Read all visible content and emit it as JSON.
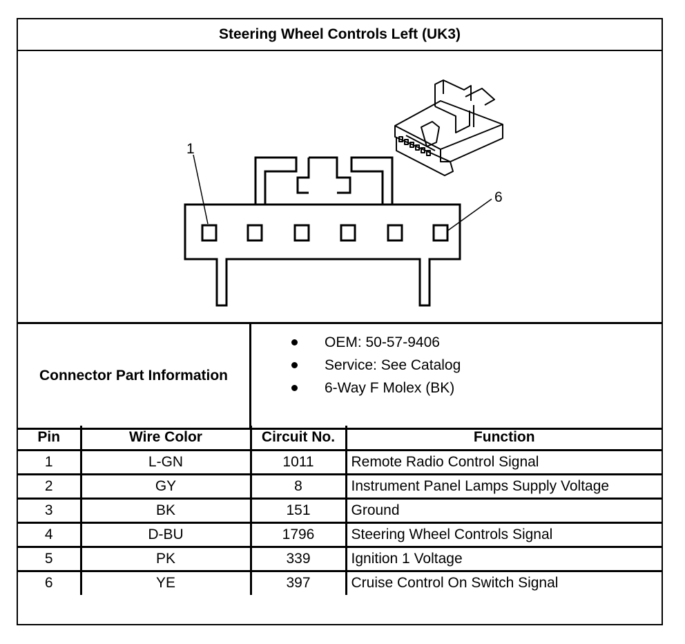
{
  "title": "Steering Wheel Controls Left (UK3)",
  "diagram": {
    "callout_first": "1",
    "callout_last": "6"
  },
  "connector_info": {
    "label": "Connector Part Information",
    "items": [
      "OEM: 50-57-9406",
      "Service: See Catalog",
      "6-Way F Molex (BK)"
    ]
  },
  "pin_table": {
    "headers": [
      "Pin",
      "Wire Color",
      "Circuit No.",
      "Function"
    ],
    "rows": [
      [
        "1",
        "L-GN",
        "1011",
        "Remote Radio Control Signal"
      ],
      [
        "2",
        "GY",
        "8",
        "Instrument Panel Lamps Supply Voltage"
      ],
      [
        "3",
        "BK",
        "151",
        "Ground"
      ],
      [
        "4",
        "D-BU",
        "1796",
        "Steering Wheel Controls Signal"
      ],
      [
        "5",
        "PK",
        "339",
        "Ignition 1 Voltage"
      ],
      [
        "6",
        "YE",
        "397",
        "Cruise Control On Switch Signal"
      ]
    ]
  }
}
